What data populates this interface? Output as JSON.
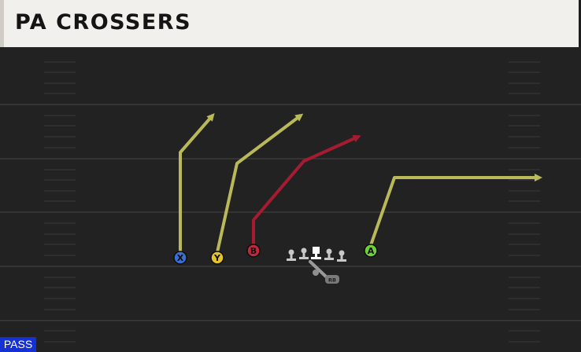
{
  "header": {
    "title": "PA CROSSERS"
  },
  "play_type": "PASS",
  "players": {
    "x": {
      "label": "X",
      "color": "#3b6fd1"
    },
    "y": {
      "label": "Y",
      "color": "#e3c42c"
    },
    "b": {
      "label": "B",
      "color": "#c2283d"
    },
    "a": {
      "label": "A",
      "color": "#6fcf3a"
    },
    "rb": {
      "label": "RB"
    }
  },
  "route_colors": {
    "primary": "#b9b95a",
    "secondary": "#a51c30",
    "blocking": "#9a9a9a"
  }
}
